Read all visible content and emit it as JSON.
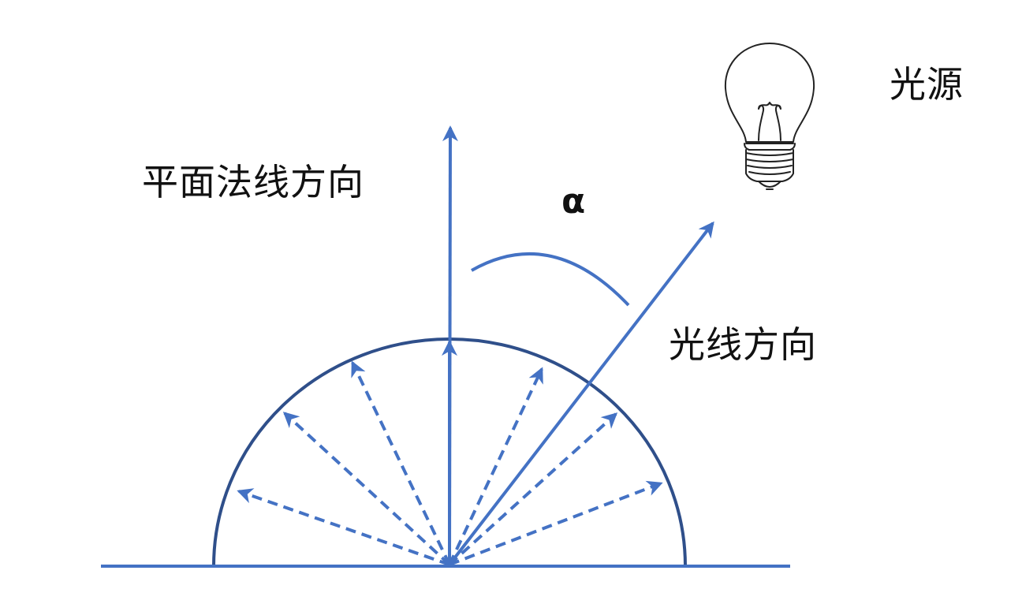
{
  "labels": {
    "normal_direction": "平面法线方向",
    "angle": "α",
    "light_direction": "光线方向",
    "light_source": "光源"
  },
  "icons": {
    "light_source": "light-bulb-icon"
  },
  "colors": {
    "arrow_blue": "#4472c4",
    "hemisphere_outline": "#2f4f8a",
    "text": "#111111",
    "bulb_sketch": "#222222"
  }
}
